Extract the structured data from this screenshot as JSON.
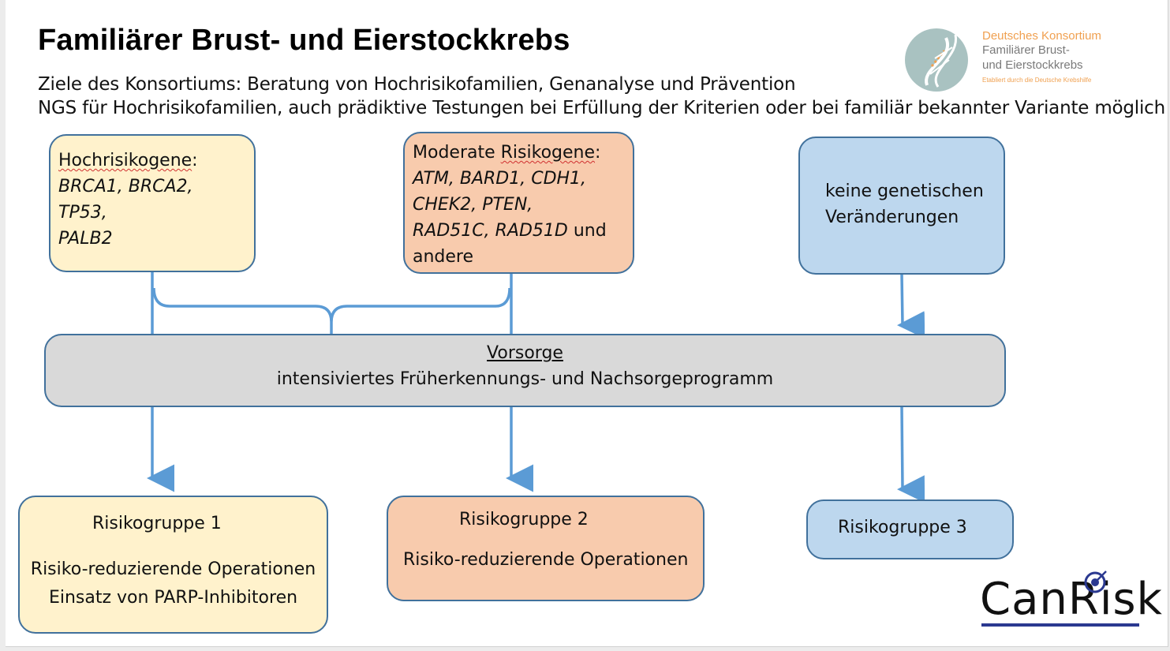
{
  "slide": {
    "title": "Familiärer Brust- und Eierstockkrebs",
    "subtitle_line1": "Ziele des Konsortiums: Beratung von Hochrisikofamilien, Genanalyse und Prävention",
    "subtitle_line2": "NGS für Hochrisikofamilien, auch prädiktive Testungen bei Erfüllung der Kriterien oder bei familiär bekannter Variante möglich"
  },
  "logo_konsortium": {
    "line1": "Deutsches Konsortium",
    "line2": "Familiärer Brust-",
    "line3": "und Eierstockkrebs",
    "tagline": "Etabliert durch die Deutsche Krebshilfe"
  },
  "logo_canrisk": {
    "text": "CanRisk"
  },
  "boxes": {
    "high_risk": {
      "heading": "Hochrisikogene",
      "colon": ":",
      "genes_line1": "BRCA1, BRCA2, TP53,",
      "genes_line2": "PALB2"
    },
    "moderate_risk": {
      "heading_word1": "Moderate",
      "heading_word2": "Risikogene",
      "colon": ":",
      "genes_line1": "ATM, BARD1, CDH1,",
      "genes_line2": "CHEK2, PTEN,",
      "genes_line3": "RAD51C, RAD51D",
      "genes_line3_suffix": " und",
      "genes_line4": "andere"
    },
    "no_changes": {
      "line1": "keine genetischen",
      "line2": "Veränderungen"
    },
    "vorsorge": {
      "heading": "Vorsorge",
      "text": "intensiviertes Früherkennungs- und Nachsorgeprogramm"
    },
    "group1": {
      "heading": "Risikogruppe 1",
      "line1": "Risiko-reduzierende Operationen",
      "line2": "Einsatz von PARP-Inhibitoren"
    },
    "group2": {
      "heading": "Risikogruppe 2",
      "line1": "Risiko-reduzierende Operationen"
    },
    "group3": {
      "heading": "Risikogruppe 3"
    }
  },
  "colors": {
    "yellow_fill": "#fff2cc",
    "orange_fill": "#f8cbad",
    "blue_fill": "#bdd7ee",
    "gray_fill": "#d9d9d9",
    "box_border": "#41719c",
    "connector": "#5b9bd5",
    "logo_orange": "#f0a050",
    "logo_gray": "#7a7a7a",
    "canrisk_accent": "#2b3990"
  }
}
